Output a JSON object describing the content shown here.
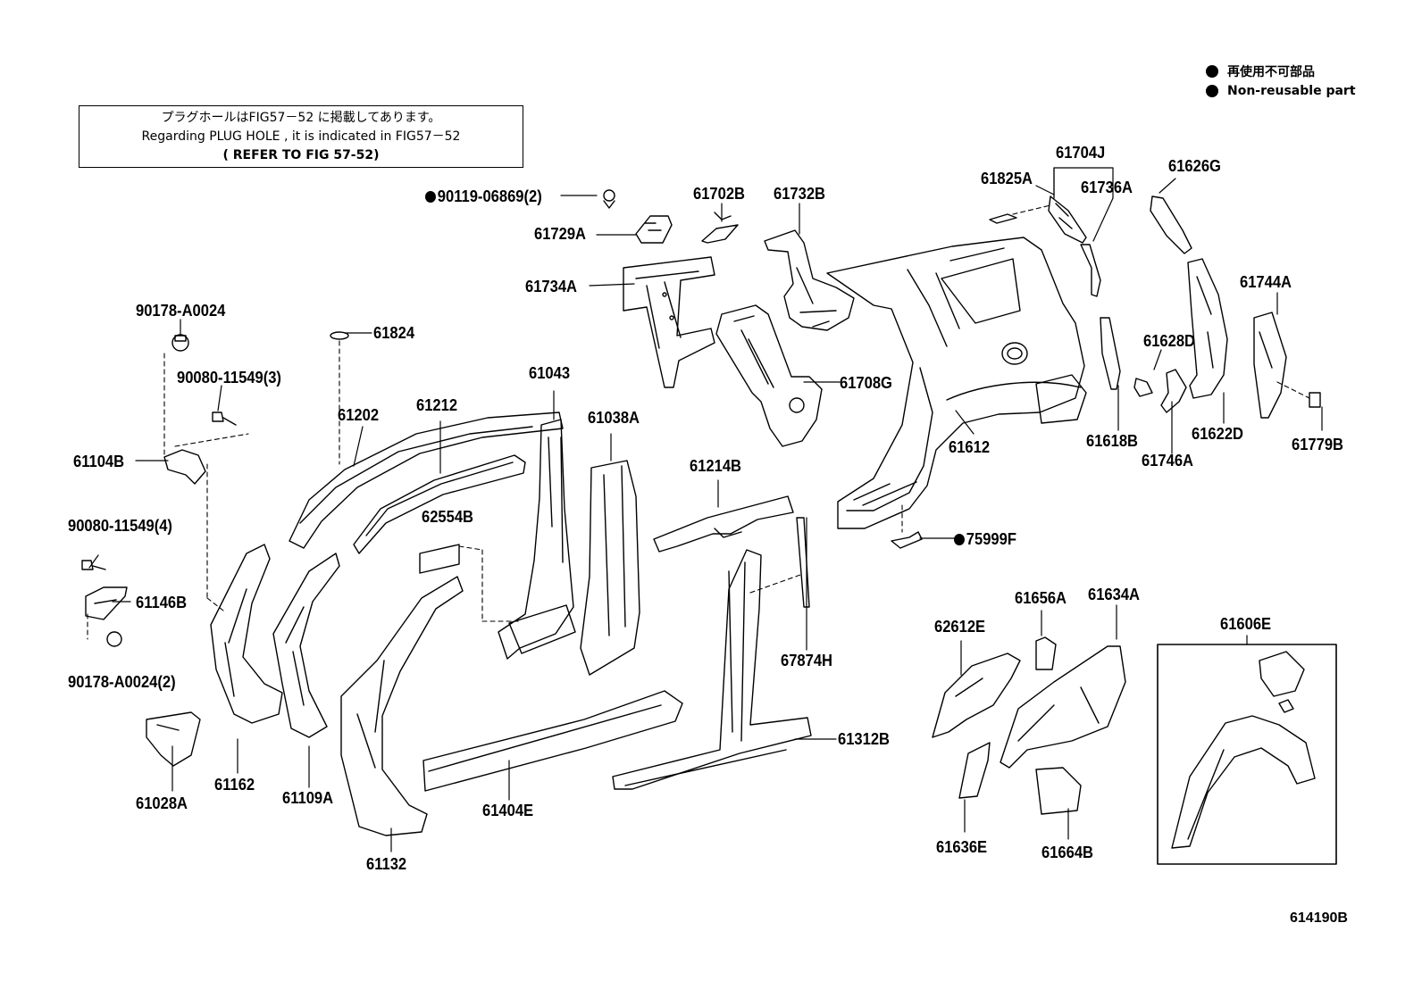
{
  "legend": {
    "jp": "再使用不可部品",
    "en": "Non-reusable part"
  },
  "note": {
    "line1": "プラグホールはFIG57－52 に掲載してあります。",
    "line2": "Regarding  PLUG  HOLE  , it  is  indicated  in  FIG57－52",
    "line3": "( REFER  TO  FIG  57-52)"
  },
  "figure_id": "614190B",
  "parts": {
    "p90119": "90119-06869(2)",
    "p61729A": "61729A",
    "p61702B": "61702B",
    "p61732B": "61732B",
    "p61734A": "61734A",
    "p61704J": "61704J",
    "p61825A": "61825A",
    "p61736A": "61736A",
    "p61626G": "61626G",
    "p61744A": "61744A",
    "p61628D": "61628D",
    "p61618B": "61618B",
    "p61746A": "61746A",
    "p61622D": "61622D",
    "p61779B": "61779B",
    "p61708G": "61708G",
    "p61612": "61612",
    "p75999F": "75999F",
    "p90178a": "90178-A0024",
    "p90080a": "90080-11549(3)",
    "p61824": "61824",
    "p61104B": "61104B",
    "p61202": "61202",
    "p61212": "61212",
    "p61043": "61043",
    "p61038A": "61038A",
    "p61214B": "61214B",
    "p62554B": "62554B",
    "p90080b": "90080-11549(4)",
    "p61146B": "61146B",
    "p90178b": "90178-A0024(2)",
    "p67874H": "67874H",
    "p61312B": "61312B",
    "p61404E": "61404E",
    "p61028A": "61028A",
    "p61162": "61162",
    "p61109A": "61109A",
    "p61132": "61132",
    "p62612E": "62612E",
    "p61656A": "61656A",
    "p61634A": "61634A",
    "p61606E": "61606E",
    "p61636E": "61636E",
    "p61664B": "61664B"
  }
}
